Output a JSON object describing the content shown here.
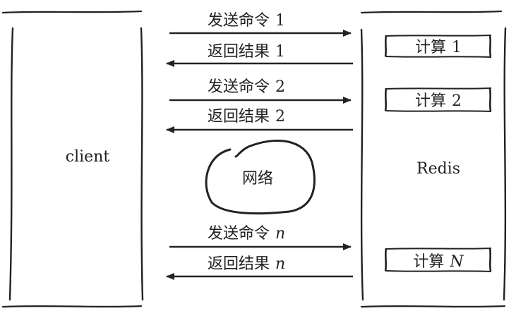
{
  "client": {
    "label": "client"
  },
  "server": {
    "label": "Redis"
  },
  "network": {
    "label": "网络"
  },
  "exchanges": [
    {
      "send_label": "发送命令",
      "send_suffix": "1",
      "return_label": "返回结果",
      "return_suffix": "1",
      "compute_label": "计算",
      "compute_suffix": "1"
    },
    {
      "send_label": "发送命令",
      "send_suffix": "2",
      "return_label": "返回结果",
      "return_suffix": "2",
      "compute_label": "计算",
      "compute_suffix": "2"
    },
    {
      "send_label": "发送命令",
      "send_suffix": "n",
      "return_label": "返回结果",
      "return_suffix": "n",
      "compute_label": "计算",
      "compute_suffix": "N"
    }
  ],
  "colors": {
    "ink": "#222222",
    "background": "#ffffff"
  }
}
